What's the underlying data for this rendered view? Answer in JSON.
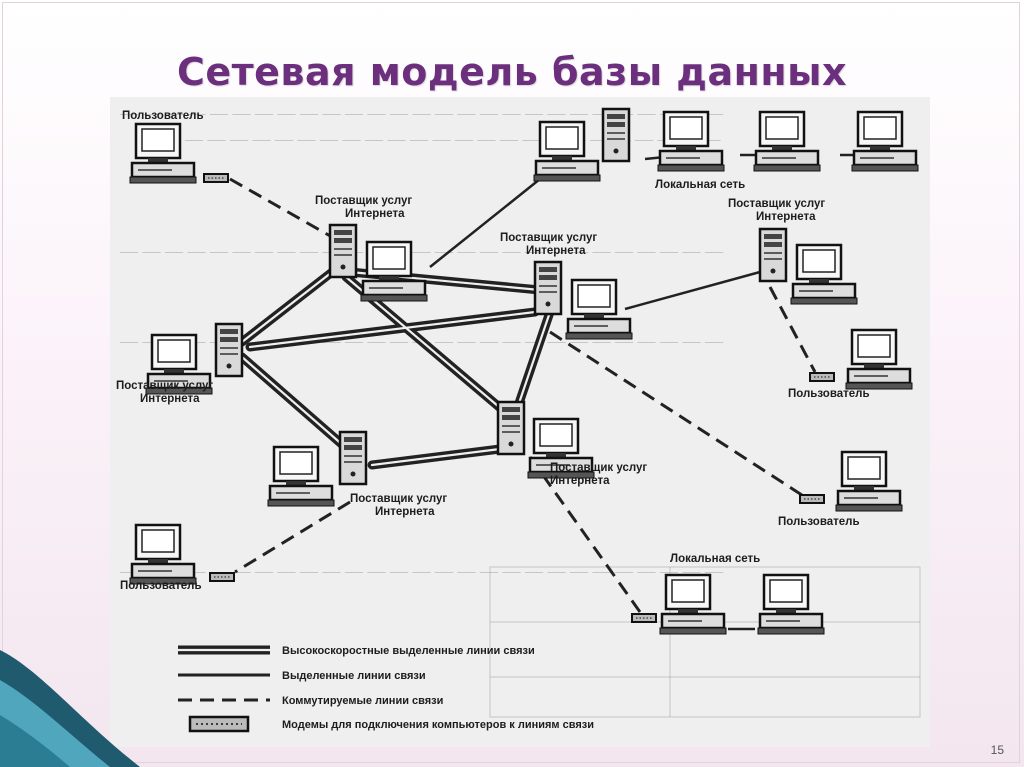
{
  "slide": {
    "title": "Сетевая модель базы данных",
    "page_number": "15"
  },
  "diagram": {
    "labels": {
      "user_1": "Пользователь",
      "user_2": "Пользователь",
      "user_3": "Пользователь",
      "user_4": "Пользователь",
      "lan_1": "Локальная сеть",
      "lan_2": "Локальная сеть",
      "isp_1_line1": "Поставщик услуг",
      "isp_1_line2": "Интернета",
      "isp_2_line1": "Поставщик услуг",
      "isp_2_line2": "Интернета",
      "isp_3_line1": "Поставщик услуг",
      "isp_3_line2": "Интернета",
      "isp_4_line1": "Поставщик услуг",
      "isp_4_line2": "Интернета",
      "isp_5_line1": "Поставщик услуг",
      "isp_5_line2": "Интернета",
      "isp_6_line1": "Поставщик услуг",
      "isp_6_line2": "Интернета"
    },
    "legend": {
      "high_speed": "Высокоскоростные выделенные линии связи",
      "dedicated": "Выделенные линии связи",
      "switched": "Коммутируемые линии связи",
      "modems": "Модемы для подключения компьютеров к линиям связи"
    }
  },
  "colors": {
    "title": "#6b2f7e",
    "wave_dark": "#1f5a6e",
    "wave_light": "#4fa6bd"
  }
}
